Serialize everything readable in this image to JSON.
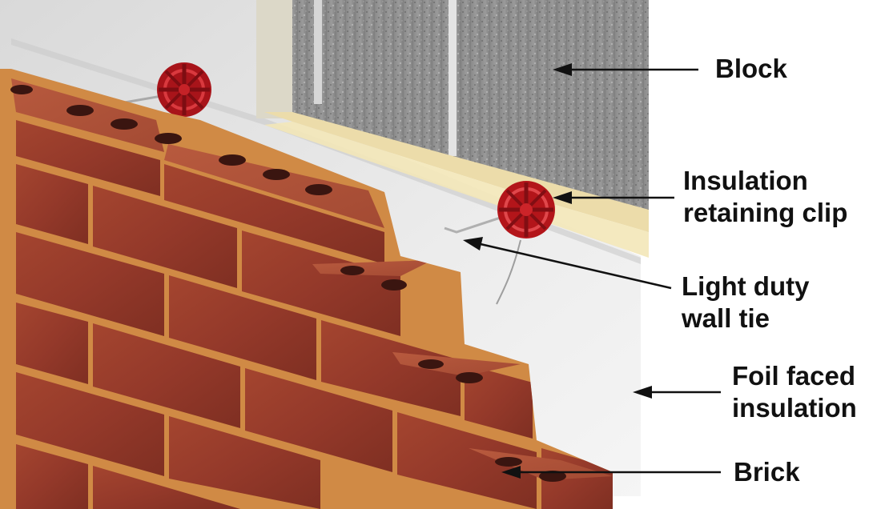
{
  "labels": {
    "block": "Block",
    "clip_line1": "Insulation",
    "clip_line2": "retaining clip",
    "tie_line1": "Light duty",
    "tie_line2": "wall tie",
    "foil_line1": "Foil faced",
    "foil_line2": "insulation",
    "brick": "Brick"
  },
  "colors": {
    "brick": "#9e3f2c",
    "mortar": "#d08a45",
    "block": "#8d8d8d",
    "insulation": "#e6e6e6",
    "clip": "#b3151a",
    "arrow": "#111111"
  }
}
